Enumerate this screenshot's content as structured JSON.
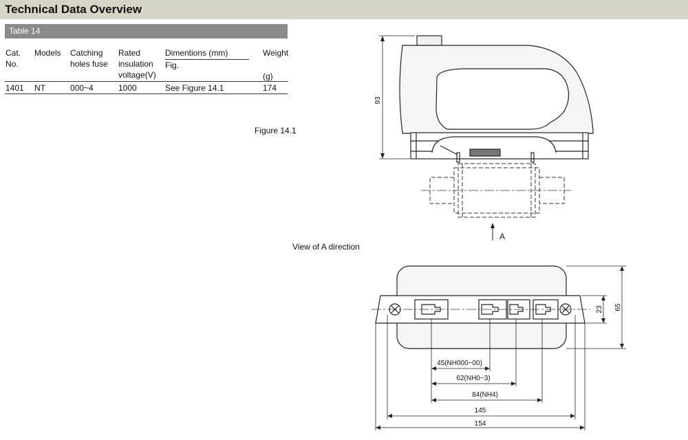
{
  "header": {
    "title": "Technical Data Overview"
  },
  "table": {
    "caption": "Table 14",
    "headers": {
      "cat_no_1": "Cat.",
      "cat_no_2": "No.",
      "models": "Models",
      "catching_1": "Catching",
      "catching_2": "holes fuse",
      "rated_1": "Rated",
      "rated_2": "insulation",
      "rated_3": "voltage(V)",
      "dimensions": "Dimentions (mm)",
      "fig": "Fig.",
      "weight_1": "Weight",
      "weight_2": "(g)"
    },
    "row": {
      "cat_no": "1401",
      "model": "NT",
      "catching": "000~4",
      "voltage": "1000",
      "figure": "See Figure 14.1",
      "weight": "174"
    }
  },
  "figure": {
    "label": "Figure 14.1",
    "view_label": "View of A direction",
    "arrow_label": "A",
    "dims": {
      "height": "93",
      "width_23": "23",
      "width_65": "65",
      "d45": "45(NH000~00)",
      "d62": "62(NH0~3)",
      "d84": "84(NH4)",
      "d145": "145",
      "d154": "154"
    }
  }
}
